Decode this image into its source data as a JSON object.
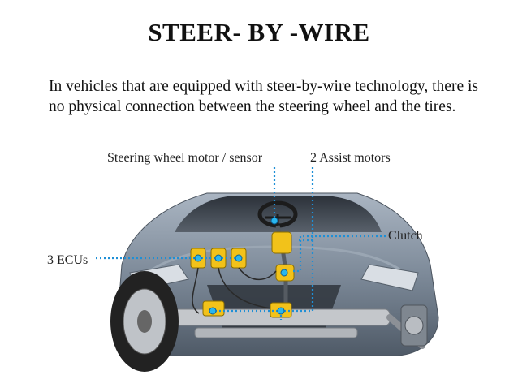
{
  "title": "STEER- BY -WIRE",
  "body": "In vehicles that are equipped with steer-by-wire technology, there is no physical connection between the steering wheel and the tires.",
  "diagram": {
    "labels": {
      "steering": "Steering wheel motor / sensor",
      "assist": "2 Assist motors",
      "clutch": "Clutch",
      "ecus": "3 ECUs"
    },
    "colors": {
      "leader": "#1e8fd6",
      "component": "#f2c21a",
      "car_body": "#6f7c8c",
      "tire": "#222222"
    }
  }
}
